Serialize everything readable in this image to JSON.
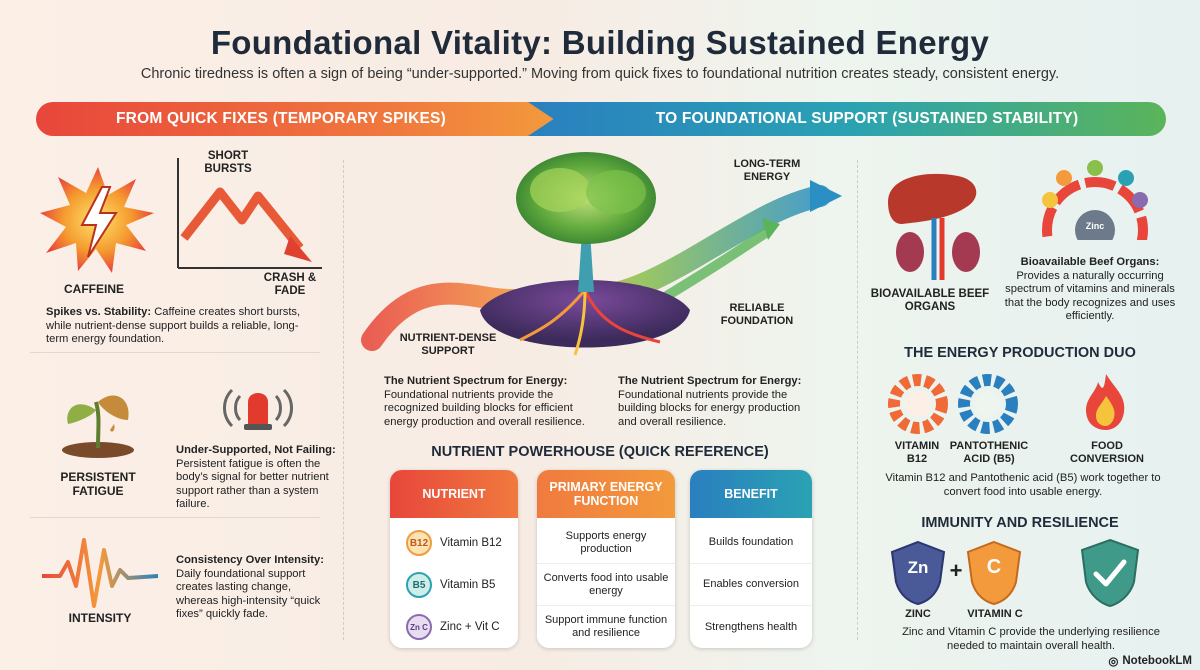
{
  "header": {
    "title": "Foundational Vitality: Building Sustained Energy",
    "subtitle": "Chronic tiredness is often a sign of being “under-supported.” Moving from quick fixes to foundational nutrition creates steady, consistent energy."
  },
  "banner": {
    "left": "FROM QUICK FIXES (TEMPORARY SPIKES)",
    "right": "TO FOUNDATIONAL SUPPORT (SUSTAINED STABILITY)"
  },
  "left_column": {
    "caffeine_label": "CAFFEINE",
    "short_bursts": "SHORT BURSTS",
    "crash_fade": "CRASH & FADE",
    "spikes_title": "Spikes vs. Stability:",
    "spikes_text": "Caffeine creates short bursts, while nutrient-dense support builds a reliable, long-term energy foundation.",
    "fatigue_label": "PERSISTENT FATIGUE",
    "under_title": "Under-Supported, Not Failing:",
    "under_text": "Persistent fatigue is often the body’s signal for better nutrient support rather than a system failure.",
    "intensity_label": "INTENSITY",
    "consistency_title": "Consistency Over Intensity:",
    "consistency_text": "Daily foundational support creates lasting change, whereas high-intensity “quick fixes” quickly fade."
  },
  "center": {
    "long_term_energy": "LONG-TERM ENERGY",
    "reliable_foundation": "RELIABLE FOUNDATION",
    "nutrient_dense_support": "NUTRIENT-DENSE SUPPORT",
    "spectrum_left_title": "The Nutrient Spectrum for Energy:",
    "spectrum_left_text": "Foundational nutrients provide the recognized building blocks for efficient energy production and overall resilience.",
    "spectrum_right_title": "The Nutrient Spectrum for Energy:",
    "spectrum_right_text": "Foundational nutrients provide the building blocks for energy production and overall resilience.",
    "powerhouse_title": "NUTRIENT POWERHOUSE (QUICK REFERENCE)",
    "table": {
      "col_nutrient": "NUTRIENT",
      "col_function": "PRIMARY ENERGY FUNCTION",
      "col_benefit": "BENEFIT",
      "rows": [
        {
          "badge": "B12",
          "nutrient": "Vitamin B12",
          "function": "Supports energy production",
          "benefit": "Builds foundation"
        },
        {
          "badge": "B5",
          "nutrient": "Vitamin B5",
          "function": "Converts food into usable energy",
          "benefit": "Enables conversion"
        },
        {
          "badge": "Zn C",
          "nutrient": "Zinc + Vit C",
          "function": "Support immune function and resilience",
          "benefit": "Strengthens health"
        }
      ]
    }
  },
  "right_column": {
    "organs_label": "BIOAVAILABLE BEEF ORGANS",
    "organs_title": "Bioavailable Beef Organs:",
    "organs_text": "Provides a naturally occurring spectrum of vitamins and minerals that the body recognizes and uses efficiently.",
    "zinc_center": "Zinc",
    "duo_title": "THE ENERGY PRODUCTION DUO",
    "vit_b12": "VITAMIN B12",
    "pantothenic": "PANTOTHENIC ACID (B5)",
    "food_conversion": "FOOD CONVERSION",
    "duo_text": "Vitamin B12 and Pantothenic acid (B5) work together to convert food into usable energy.",
    "immunity_title": "IMMUNITY AND RESILIENCE",
    "zinc_label": "ZINC",
    "vitc_label": "VITAMIN C",
    "zn_symbol": "Zn",
    "c_symbol": "C",
    "immunity_text": "Zinc and Vitamin C provide the underlying resilience needed to maintain overall health."
  },
  "footer": {
    "logo": "NotebookLM"
  },
  "colors": {
    "orange": "#ef6a36",
    "teal": "#2aa2b3",
    "green": "#5bb45a",
    "blue": "#2a7fbf"
  }
}
